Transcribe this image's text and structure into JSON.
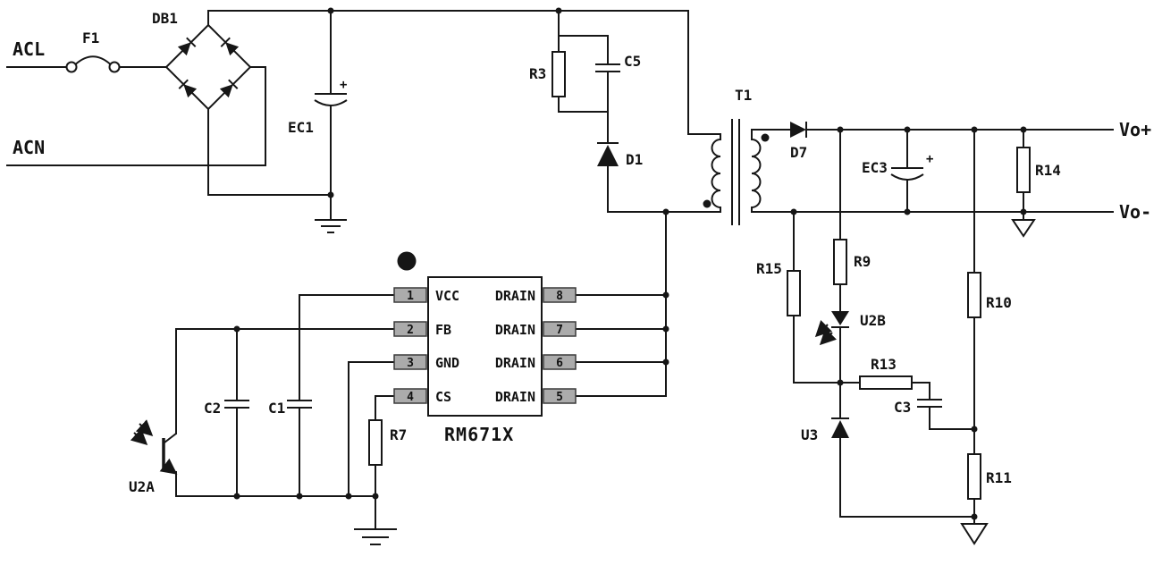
{
  "diagram": {
    "type": "circuit-schematic",
    "description": "Flyback switching power supply schematic based on RM671X controller",
    "labels": {
      "acl": "ACL",
      "acn": "ACN",
      "f1": "F1",
      "db1": "DB1",
      "ec1": "EC1",
      "plus": "+",
      "r3": "R3",
      "c5": "C5",
      "d1": "D1",
      "t1": "T1",
      "d7": "D7",
      "ec3": "EC3",
      "r14": "R14",
      "vo_plus": "Vo+",
      "vo_minus": "Vo-",
      "r15": "R15",
      "r9": "R9",
      "u2b": "U2B",
      "r13": "R13",
      "c3": "C3",
      "u3": "U3",
      "r10": "R10",
      "r11": "R11",
      "c2": "C2",
      "c1": "C1",
      "r7": "R7",
      "u2a": "U2A"
    },
    "ic": {
      "name": "RM671X",
      "left_pins": [
        {
          "num": "1",
          "name": "VCC"
        },
        {
          "num": "2",
          "name": "FB"
        },
        {
          "num": "3",
          "name": "GND"
        },
        {
          "num": "4",
          "name": "CS"
        }
      ],
      "right_pins": [
        {
          "num": "8",
          "name": "DRAIN"
        },
        {
          "num": "7",
          "name": "DRAIN"
        },
        {
          "num": "6",
          "name": "DRAIN"
        },
        {
          "num": "5",
          "name": "DRAIN"
        }
      ]
    },
    "colors": {
      "line": "#161616",
      "background": "#ffffff",
      "pin_box_fill": "#ababab"
    }
  }
}
